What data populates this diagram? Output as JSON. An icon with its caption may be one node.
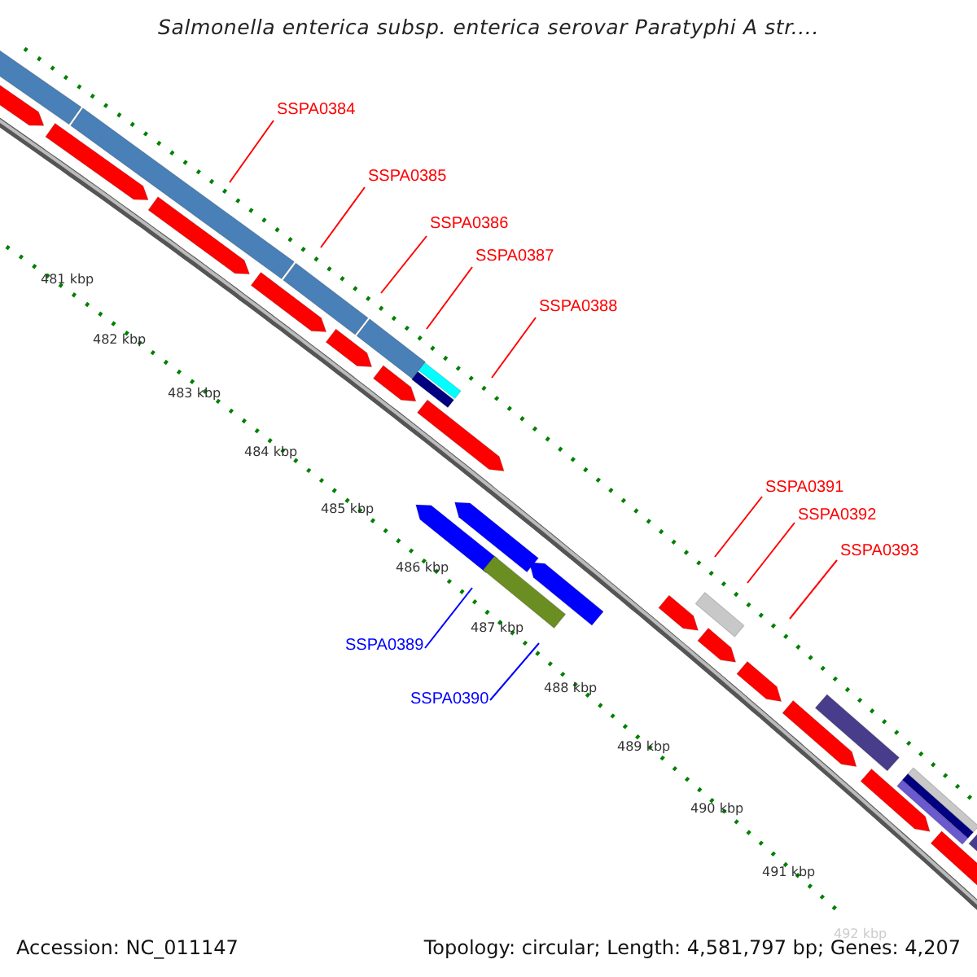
{
  "diagram": {
    "title": "Salmonella enterica subsp. enterica serovar Paratyphi A str....",
    "nodes": [
      {
        "text": [
          "SSPA0384"
        ]
      },
      {
        "text": [
          "SSPA0385"
        ]
      },
      {
        "text": [
          "SSPA0386"
        ]
      },
      {
        "text": [
          "SSPA0387"
        ]
      },
      {
        "text": [
          "SSPA0388"
        ]
      },
      {
        "text": [
          "SSPA0389"
        ]
      },
      {
        "text": [
          "SSPA0390"
        ]
      },
      {
        "text": [
          "SSPA0391"
        ]
      },
      {
        "text": [
          "SSPA0392"
        ]
      },
      {
        "text": [
          "SSPA0393"
        ]
      }
    ],
    "edges": [
      {
        "from": 0,
        "to": null,
        "arrow": "none"
      },
      {
        "from": 1,
        "to": null,
        "arrow": "none"
      },
      {
        "from": 2,
        "to": null,
        "arrow": "none"
      },
      {
        "from": 3,
        "to": null,
        "arrow": "none"
      },
      {
        "from": 4,
        "to": null,
        "arrow": "none"
      },
      {
        "from": 5,
        "to": null,
        "arrow": "none",
        "color": "#0000ff"
      },
      {
        "from": 6,
        "to": null,
        "arrow": "none",
        "color": "#0000ff"
      },
      {
        "from": 7,
        "to": null,
        "arrow": "none"
      },
      {
        "from": 8,
        "to": null,
        "arrow": "none"
      },
      {
        "from": 9,
        "to": null,
        "arrow": "none"
      }
    ],
    "labels": [
      "481 kbp",
      "482 kbp",
      "483 kbp",
      "484 kbp",
      "485 kbp",
      "486 kbp",
      "487 kbp",
      "488 kbp",
      "489 kbp",
      "490 kbp",
      "491 kbp",
      "492 kbp",
      "Accession: NC_011147",
      "Topology: circular; Length: 4,581,797 bp; Genes: 4,207"
    ]
  }
}
